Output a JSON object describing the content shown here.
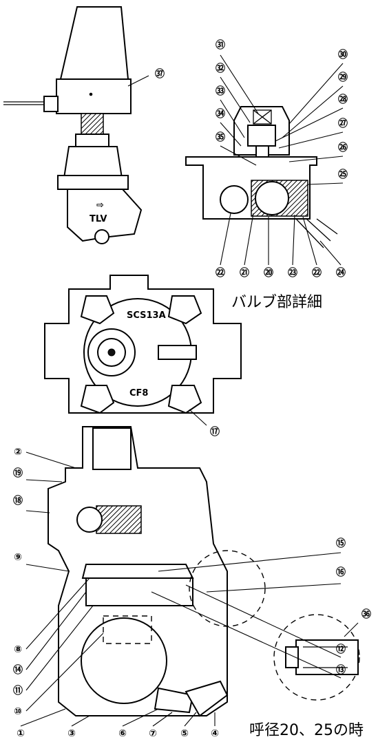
{
  "captions": {
    "valve_detail": "バルブ部詳細",
    "size_note": "呼径20、25の時"
  },
  "body_markings": {
    "material_top": "SCS13A",
    "material_bottom": "CF8",
    "brand": "TLV"
  },
  "callouts": {
    "c1": "①",
    "c2": "②",
    "c3": "③",
    "c4": "④",
    "c5": "⑤",
    "c6": "⑥",
    "c7": "⑦",
    "c8": "⑧",
    "c9": "⑨",
    "c10": "⑩",
    "c11": "⑪",
    "c12": "⑫",
    "c13": "⑬",
    "c14": "⑭",
    "c15": "⑮",
    "c16": "⑯",
    "c17": "⑰",
    "c18": "⑱",
    "c19": "⑲",
    "c20": "⑳",
    "c21": "㉑",
    "c22a": "㉒",
    "c22b": "㉒",
    "c23": "㉓",
    "c24": "㉔",
    "c25": "㉕",
    "c26": "㉖",
    "c27": "㉗",
    "c28": "㉘",
    "c29": "㉙",
    "c30": "㉚",
    "c31": "㉛",
    "c32": "㉜",
    "c33": "㉝",
    "c34": "㉞",
    "c35": "㉟",
    "c36": "㊱",
    "c37": "㊲"
  }
}
